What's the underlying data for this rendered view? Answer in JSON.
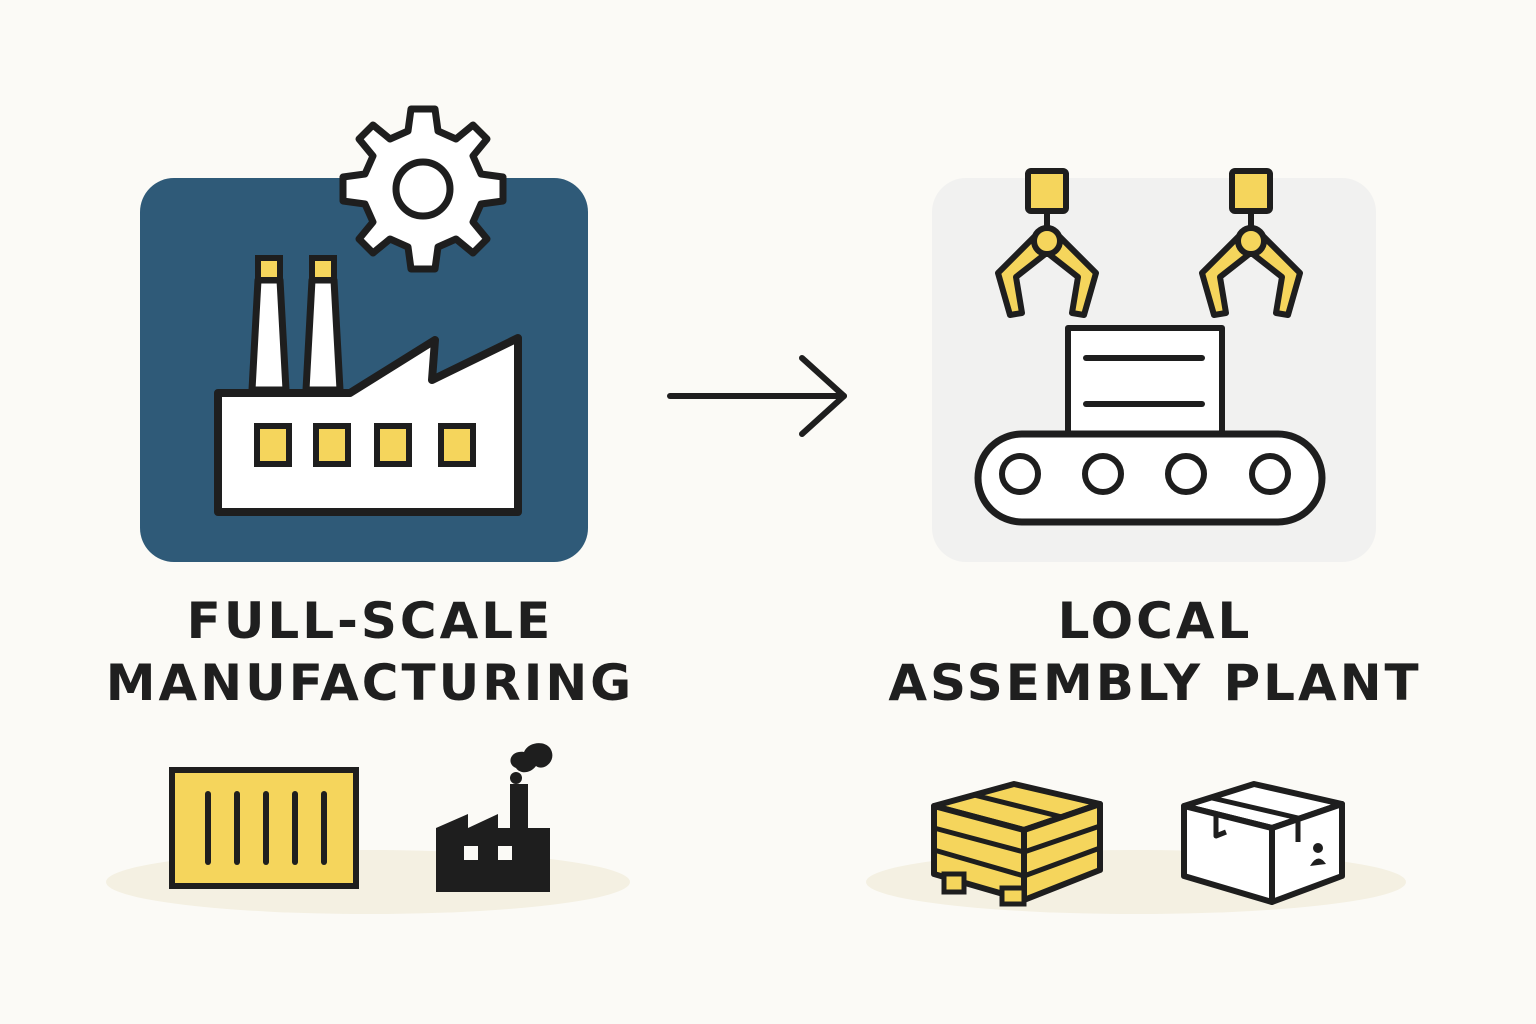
{
  "left": {
    "caption_line1": "FULL-SCALE",
    "caption_line2": "MANUFACTURING",
    "panel_color": "#2f5a78",
    "accent_color": "#f5d55c"
  },
  "right": {
    "caption_line1": "LOCAL",
    "caption_line2": "ASSEMBLY PLANT",
    "panel_color": "#f1f1f0",
    "accent_color": "#f5d55c"
  },
  "icons": {
    "left_main": "factory-icon",
    "left_badge": "gear-icon",
    "left_bottom": [
      "shipping-container-icon",
      "factory-smoke-icon"
    ],
    "connector": "arrow-right-icon",
    "right_main": [
      "robotic-claw-icon",
      "robotic-claw-icon",
      "conveyor-belt-icon"
    ],
    "right_bottom": [
      "pallet-crate-icon",
      "cardboard-box-icon"
    ]
  }
}
